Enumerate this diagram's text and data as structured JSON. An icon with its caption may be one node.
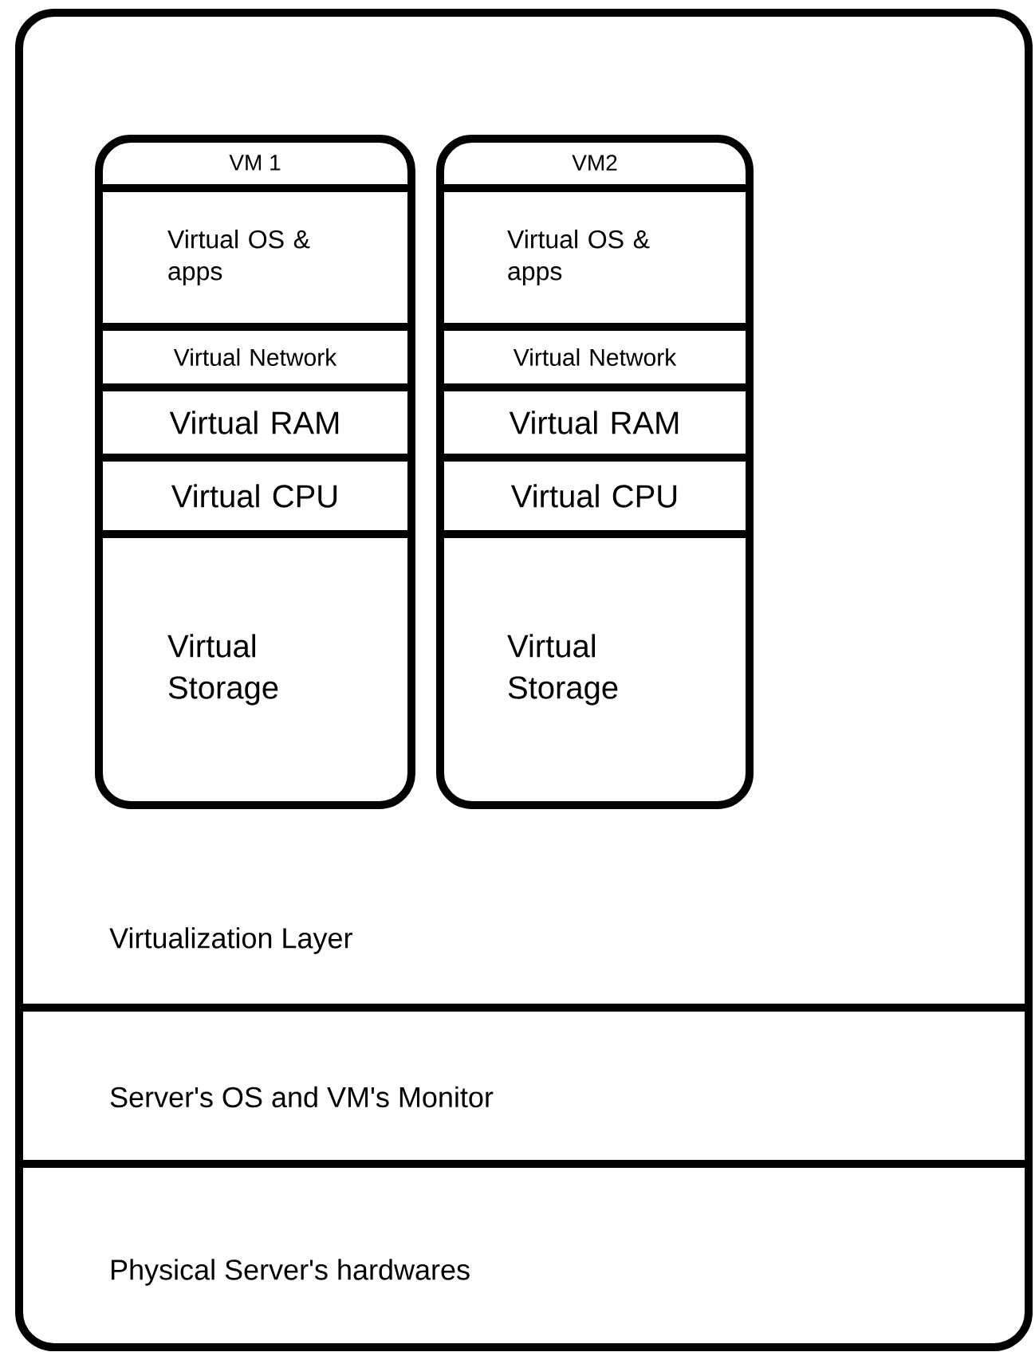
{
  "diagram": {
    "nodes": [
      {
        "text": [
          "Virtualization Layer"
        ]
      },
      {
        "text": [
          "VM 1"
        ],
        "in": 0
      },
      {
        "text": [
          "Virtual OS & apps"
        ],
        "in": 1
      },
      {
        "text": [
          "Virtual Network"
        ],
        "in": 1
      },
      {
        "text": [
          "Virtual RAM"
        ],
        "in": 1
      },
      {
        "text": [
          "Virtual CPU"
        ],
        "in": 1
      },
      {
        "text": [
          "Virtual Storage"
        ],
        "in": 1
      },
      {
        "text": [
          "VM2"
        ],
        "in": 0
      },
      {
        "text": [
          "Virtual OS & apps"
        ],
        "in": 7
      },
      {
        "text": [
          "Virtual Network"
        ],
        "in": 7
      },
      {
        "text": [
          "Virtual RAM"
        ],
        "in": 7
      },
      {
        "text": [
          "Virtual CPU"
        ],
        "in": 7
      },
      {
        "text": [
          "Virtual Storage"
        ],
        "in": 7
      },
      {
        "text": [
          "Server's OS and VM's Monitor"
        ]
      },
      {
        "text": [
          "Physical Server's hardwares"
        ]
      }
    ],
    "edges": []
  }
}
